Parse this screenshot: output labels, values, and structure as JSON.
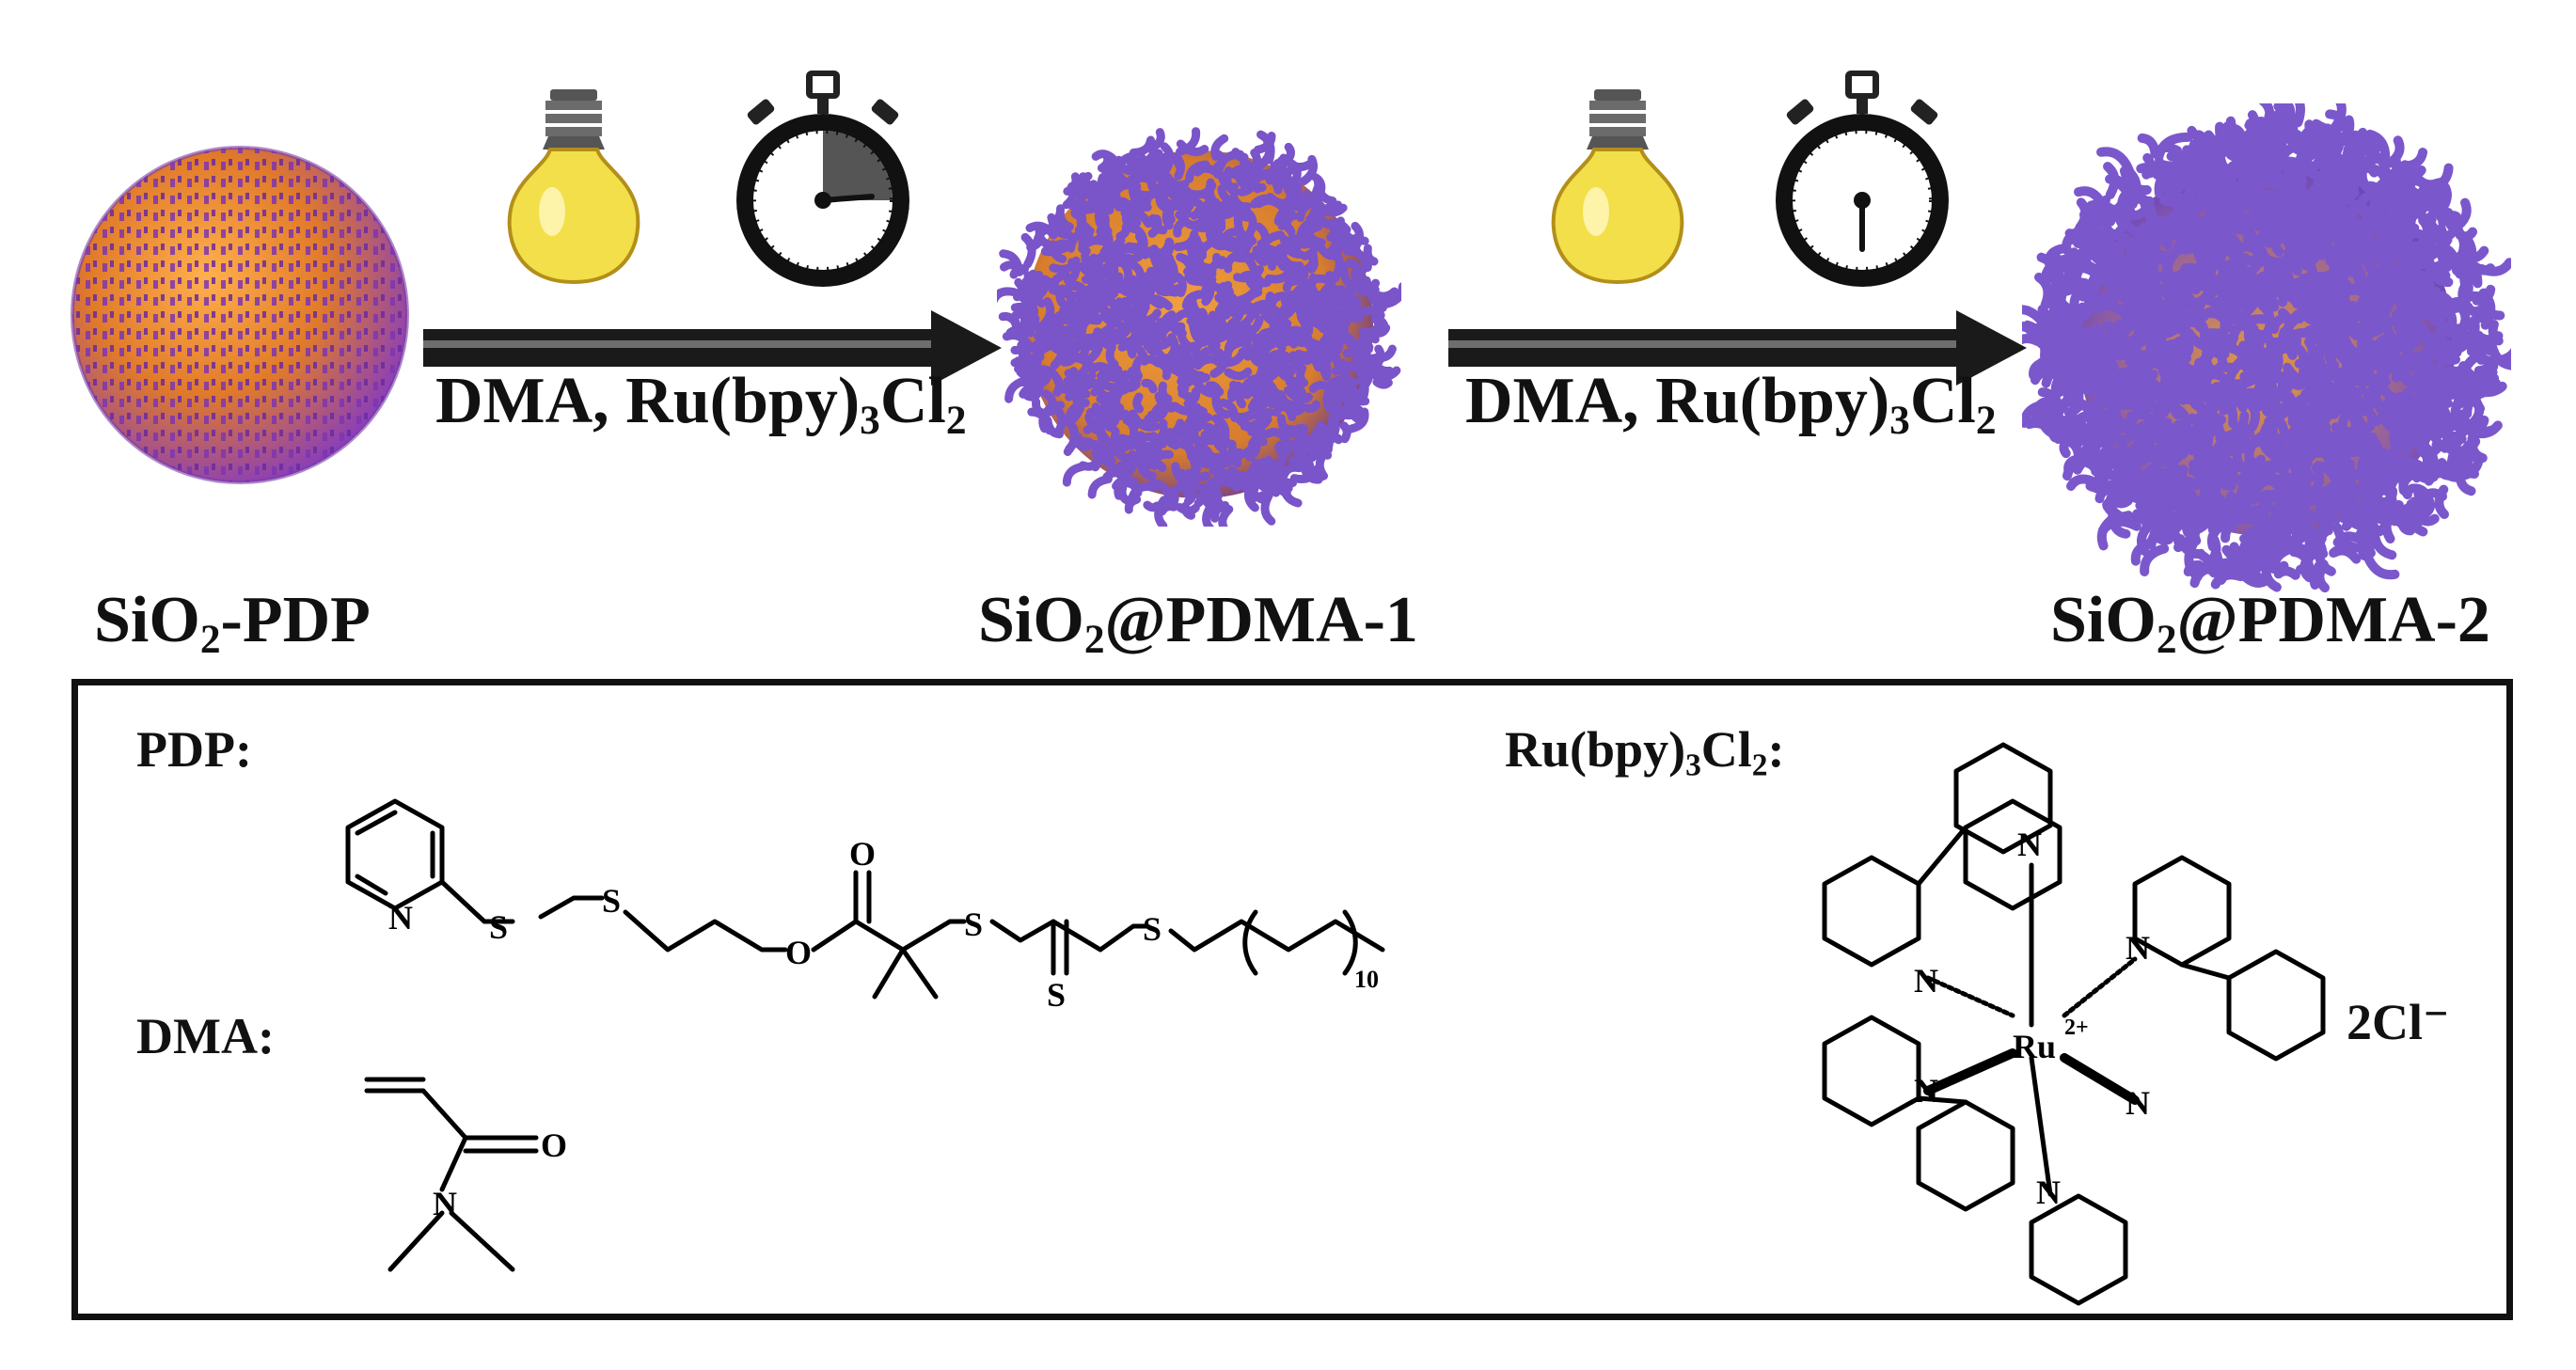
{
  "scheme": {
    "step1": {
      "reagent": "DMA, Ru(bpy)",
      "sub1": "3",
      "reagent_b": "Cl",
      "sub2": "2"
    },
    "step2": {
      "reagent": "DMA, Ru(bpy)",
      "sub1": "3",
      "reagent_b": "Cl",
      "sub2": "2"
    },
    "particles": [
      {
        "pre": "SiO",
        "sub": "2",
        "post": "-PDP"
      },
      {
        "pre": "SiO",
        "sub": "2",
        "post": "@PDMA-1"
      },
      {
        "pre": "SiO",
        "sub": "2",
        "post": "@PDMA-2"
      }
    ]
  },
  "legend": {
    "pdp_label": "PDP:",
    "dma_label": "DMA:",
    "ru_label_pre": "Ru(bpy)",
    "ru_sub1": "3",
    "ru_label_mid": "Cl",
    "ru_sub2": "2",
    "ru_label_post": ":",
    "counterion": "2Cl⁻"
  },
  "atoms": {
    "N": "N",
    "S": "S",
    "O": "O",
    "Ru": "Ru",
    "ru_charge": "2+",
    "repeat": "10"
  },
  "colors": {
    "sphere_core": "#e8912e",
    "sphere_pattern": "#8a3fb8",
    "brush": "#7a54c9",
    "arrow": "#1a1a1a",
    "bulb": "#f2df4a",
    "box_border": "#111111"
  },
  "icons": [
    "lightbulb-icon",
    "stopwatch-icon"
  ]
}
